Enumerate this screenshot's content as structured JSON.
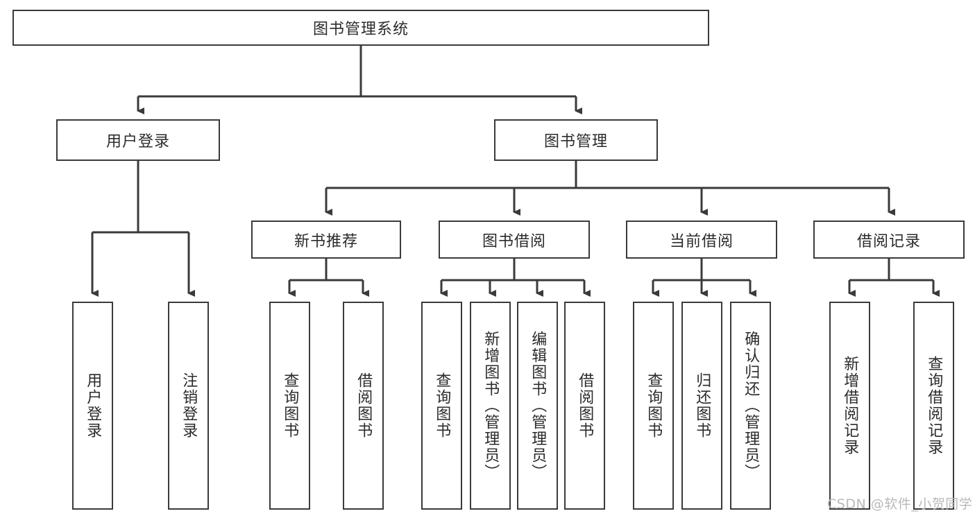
{
  "diagram": {
    "type": "tree",
    "title": "图书管理系统",
    "root": {
      "id": "root",
      "label": "图书管理系统",
      "orientation": "horizontal"
    },
    "level2": [
      {
        "id": "user-login",
        "label": "用户登录",
        "orientation": "horizontal"
      },
      {
        "id": "book-management",
        "label": "图书管理",
        "orientation": "horizontal"
      }
    ],
    "level3": [
      {
        "id": "new-book-recommend",
        "label": "新书推荐",
        "orientation": "horizontal",
        "parent": "book-management"
      },
      {
        "id": "book-borrow",
        "label": "图书借阅",
        "orientation": "horizontal",
        "parent": "book-management"
      },
      {
        "id": "current-borrow",
        "label": "当前借阅",
        "orientation": "horizontal",
        "parent": "book-management"
      },
      {
        "id": "borrow-record",
        "label": "借阅记录",
        "orientation": "horizontal",
        "parent": "book-management"
      }
    ],
    "leaves": [
      {
        "id": "leaf-user-login",
        "label": "用户登录",
        "parent": "user-login"
      },
      {
        "id": "leaf-user-logout",
        "label": "注销登录",
        "parent": "user-login"
      },
      {
        "id": "leaf-query-book-1",
        "label": "查询图书",
        "parent": "new-book-recommend"
      },
      {
        "id": "leaf-borrow-book-1",
        "label": "借阅图书",
        "parent": "new-book-recommend"
      },
      {
        "id": "leaf-query-book-2",
        "label": "查询图书",
        "parent": "book-borrow"
      },
      {
        "id": "leaf-add-book",
        "label": "新增图书（管理员）",
        "parent": "book-borrow"
      },
      {
        "id": "leaf-edit-book",
        "label": "编辑图书（管理员）",
        "parent": "book-borrow"
      },
      {
        "id": "leaf-borrow-book-2",
        "label": "借阅图书",
        "parent": "book-borrow"
      },
      {
        "id": "leaf-query-book-3",
        "label": "查询图书",
        "parent": "current-borrow"
      },
      {
        "id": "leaf-return-book",
        "label": "归还图书",
        "parent": "current-borrow"
      },
      {
        "id": "leaf-confirm-return",
        "label": "确认归还（管理员）",
        "parent": "current-borrow"
      },
      {
        "id": "leaf-add-record",
        "label": "新增借阅记录",
        "parent": "borrow-record"
      },
      {
        "id": "leaf-query-record",
        "label": "查询借阅记录",
        "parent": "borrow-record"
      }
    ],
    "colors": {
      "stroke": "#3a3a3a",
      "fill": "#ffffff",
      "text": "#2b2b2b",
      "watermark": "#b9b9b9"
    }
  },
  "watermark": {
    "text": "CSDN @软件_小贺同学"
  }
}
